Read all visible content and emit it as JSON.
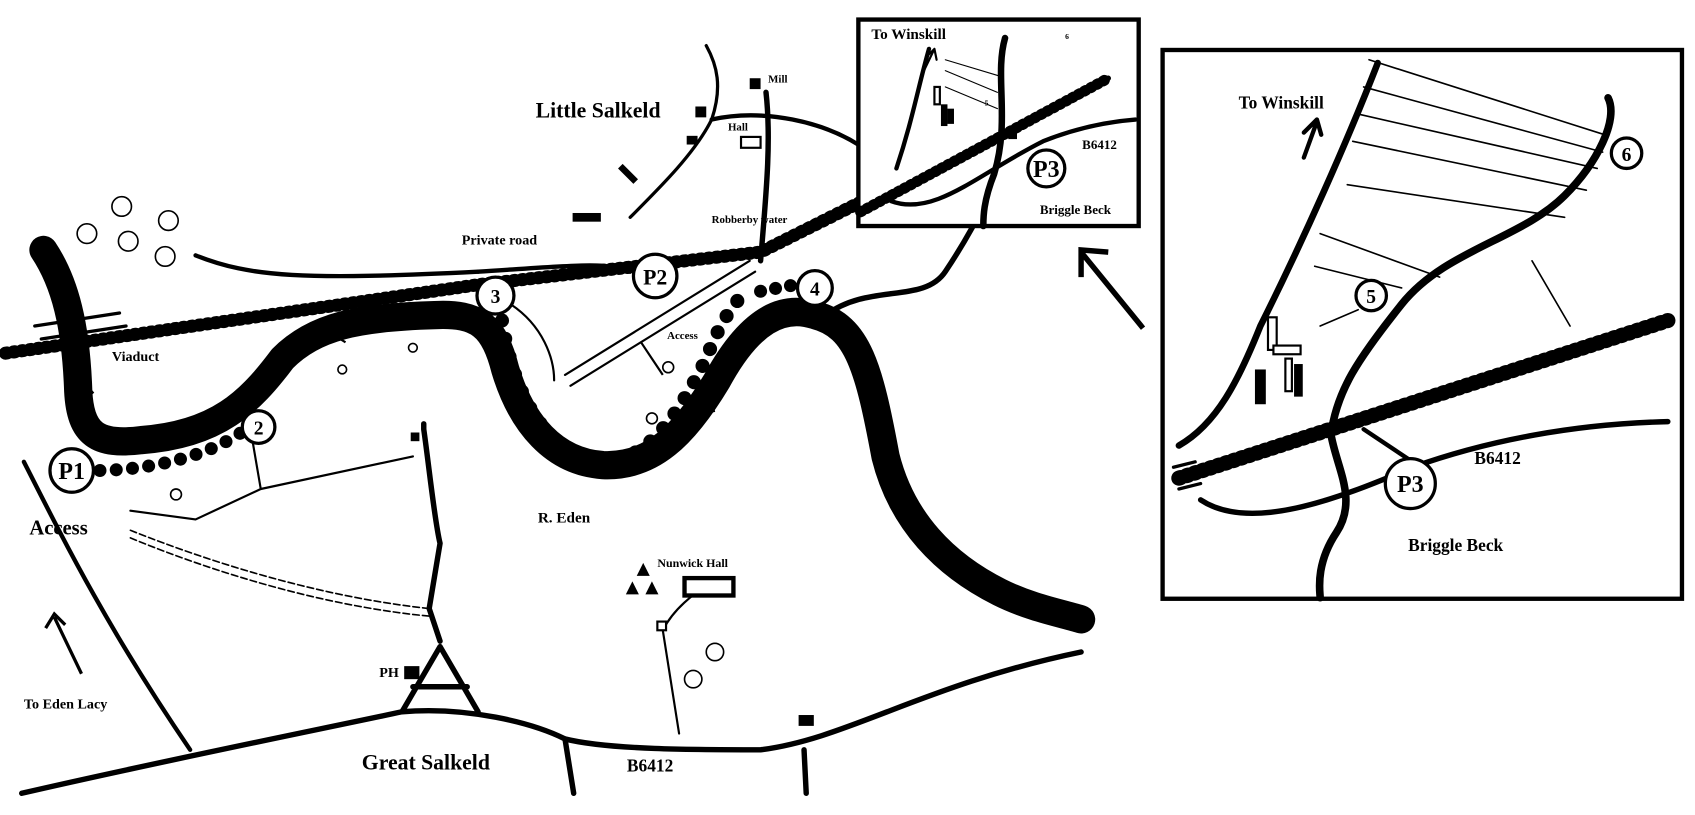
{
  "main_map": {
    "places": {
      "little_salkeld": "Little Salkeld",
      "great_salkeld": "Great Salkeld",
      "mill": "Mill",
      "hall": "Hall",
      "nunwick_hall": "Nunwick Hall",
      "pub": "PH"
    },
    "labels": {
      "private_road": "Private road",
      "robberby_water": "Robberby water",
      "viaduct": "Viaduct",
      "access_main": "Access",
      "access_small": "Access",
      "river": "R. Eden",
      "to_eden_lacy": "To Eden Lacy",
      "road_number": "B6412"
    },
    "waypoints": {
      "p1": "P1",
      "p2": "P2",
      "w2": "2",
      "w3": "3",
      "w4": "4"
    }
  },
  "small_inset": {
    "to_winskill": "To Winskill",
    "road_number": "B6412",
    "p3": "P3",
    "briggle_beck": "Briggle Beck",
    "w5": "5",
    "w6": "6"
  },
  "large_inset": {
    "to_winskill": "To Winskill",
    "road_number": "B6412",
    "p3": "P3",
    "briggle_beck": "Briggle Beck",
    "w5": "5",
    "w6": "6"
  },
  "colors": {
    "ink": "#000000",
    "paper": "#ffffff"
  }
}
